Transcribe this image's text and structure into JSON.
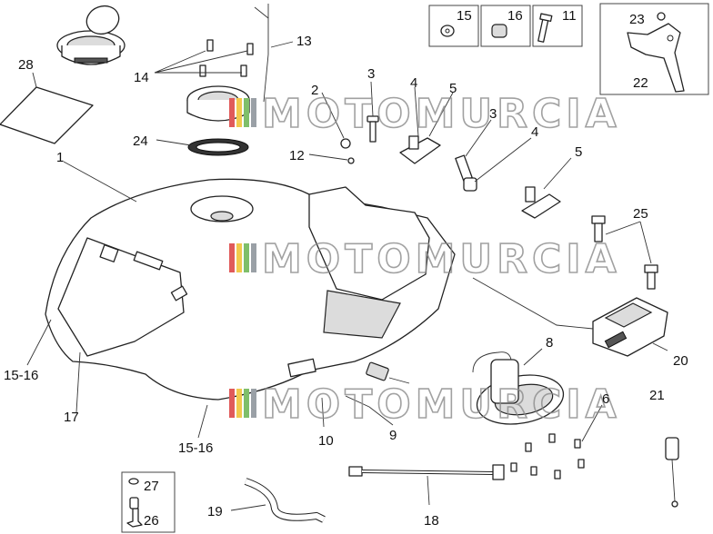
{
  "callouts": {
    "c1": "1",
    "c2": "2",
    "c3a": "3",
    "c3b": "3",
    "c4a": "4",
    "c4b": "4",
    "c5a": "5",
    "c5b": "5",
    "c6": "6",
    "c8": "8",
    "c9": "9",
    "c10": "10",
    "c11": "11",
    "c12": "12",
    "c13": "13",
    "c14": "14",
    "c15": "15",
    "c15_16a": "15-16",
    "c15_16b": "15-16",
    "c16": "16",
    "c17": "17",
    "c18": "18",
    "c19": "19",
    "c20": "20",
    "c21": "21",
    "c22": "22",
    "c23": "23",
    "c24": "24",
    "c25": "25",
    "c26": "26",
    "c27": "27",
    "c28": "28"
  },
  "watermark": {
    "text": "MOTOMURCIA",
    "stripe_colors": [
      "#e05a5a",
      "#f2c94c",
      "#7fbf6a",
      "#9aa0a6"
    ]
  }
}
